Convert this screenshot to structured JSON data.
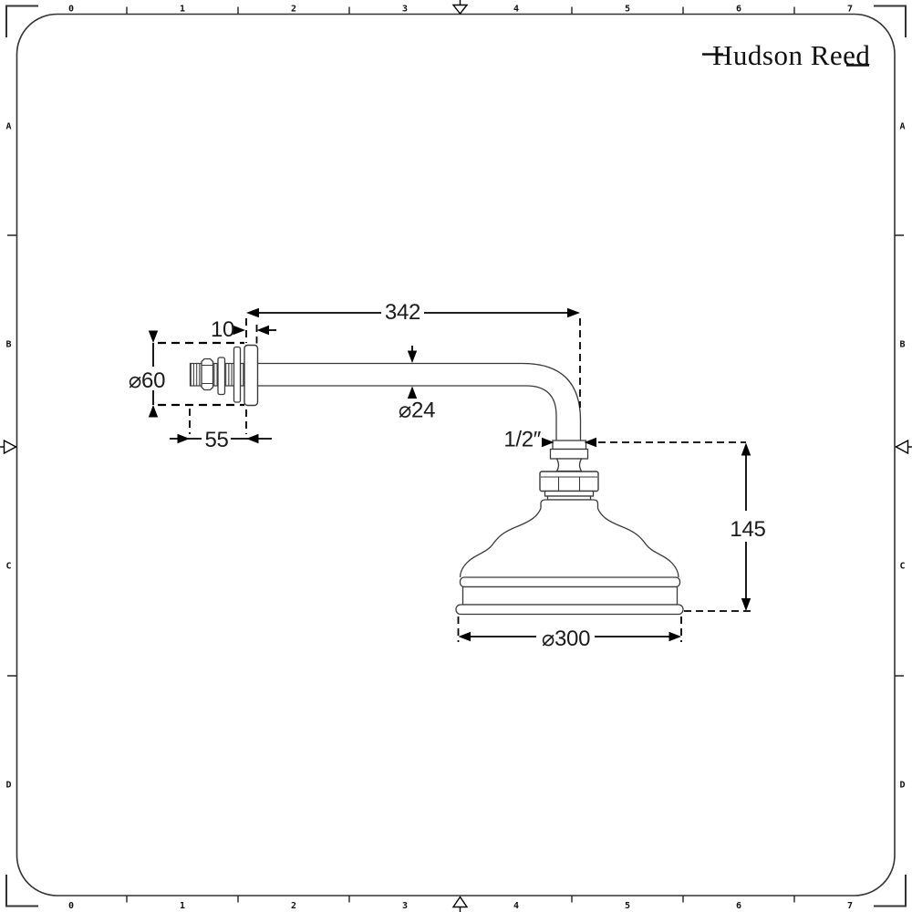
{
  "logo": {
    "text": "Hudson Reed"
  },
  "border_ruler": {
    "top_numbers": [
      "0",
      "1",
      "2",
      "3",
      "4",
      "5",
      "6",
      "7"
    ],
    "bottom_numbers": [
      "0",
      "1",
      "2",
      "3",
      "4",
      "5",
      "6",
      "7"
    ],
    "left_letters": [
      "A",
      "B",
      "C",
      "D"
    ],
    "right_letters": [
      "A",
      "B",
      "C",
      "D"
    ]
  },
  "dimensions": {
    "arm_length": "342",
    "plate_thickness": "10",
    "plate_diameter": "⌀60",
    "pipe_diameter": "⌀24",
    "wall_fitting_length": "55",
    "thread_size": "1/2″",
    "head_height": "145",
    "head_diameter": "⌀300"
  },
  "colors": {
    "background": "#ffffff",
    "part_outline": "#3a3a3a",
    "dimension_lines": "#000000",
    "text": "#1b1b1b"
  }
}
